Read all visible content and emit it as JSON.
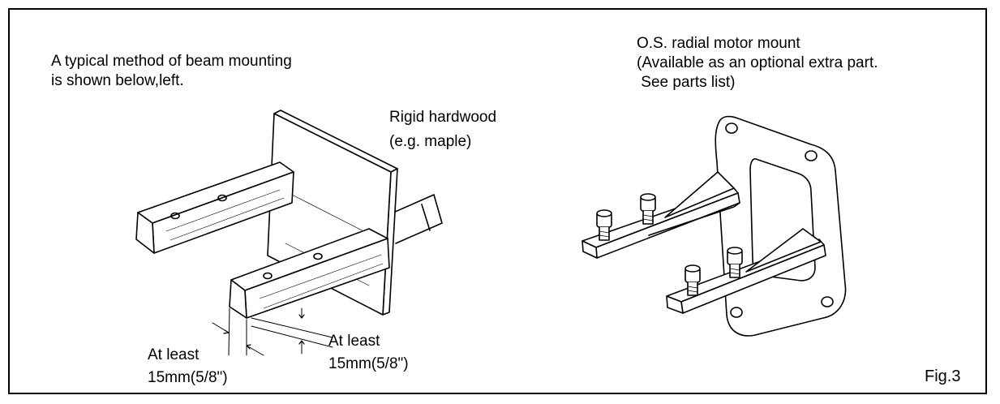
{
  "intro": {
    "line1": "A typical method of beam mounting",
    "line2": "is shown below,left."
  },
  "hardwood": {
    "line1": "Rigid hardwood",
    "line2": "(e.g. maple)"
  },
  "mount": {
    "line1": "O.S. radial motor mount",
    "line2": "(Available as an optional extra part.",
    "line3": " See parts list)"
  },
  "dim_left": {
    "line1": "At least",
    "line2": "15mm(5/8\")"
  },
  "dim_right": {
    "line1": "At least",
    "line2": "15mm(5/8\")"
  },
  "figure": "Fig.3"
}
